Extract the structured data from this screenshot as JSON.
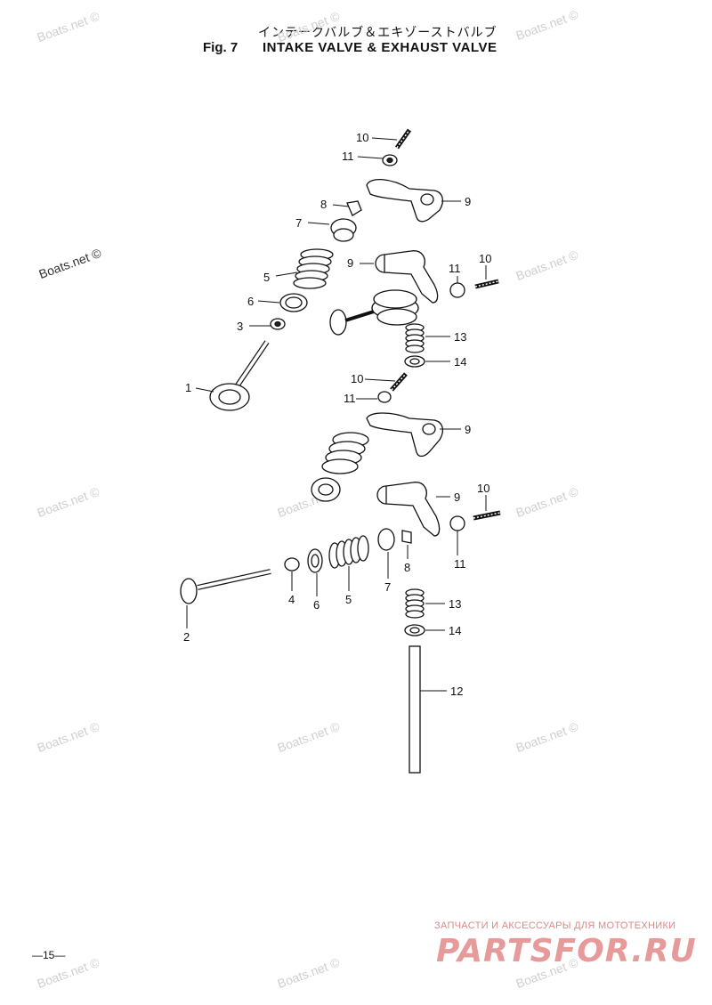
{
  "header": {
    "title_jp": "インテークバルブ＆エキゾーストバルブ",
    "fig_label": "Fig. 7",
    "title_en": "INTAKE VALVE & EXHAUST VALVE"
  },
  "callouts": {
    "c1": "1",
    "c2": "2",
    "c3": "3",
    "c4": "4",
    "c5a": "5",
    "c5b": "5",
    "c6a": "6",
    "c6b": "6",
    "c7a": "7",
    "c7b": "7",
    "c8a": "8",
    "c8b": "8",
    "c9a": "9",
    "c9b": "9",
    "c9c": "9",
    "c9d": "9",
    "c10a": "10",
    "c10b": "10",
    "c10c": "10",
    "c10d": "10",
    "c11a": "11",
    "c11b": "11",
    "c11c": "11",
    "c11d": "11",
    "c12": "12",
    "c13a": "13",
    "c13b": "13",
    "c14a": "14",
    "c14b": "14"
  },
  "footer": {
    "page_number": "—15—",
    "brand_tagline": "ЗАПЧАСТИ И АКСЕССУАРЫ ДЛЯ МОТОТЕХНИКИ",
    "brand_logo": "PARTSFOR.RU"
  },
  "watermark_text": "Boats.net ©",
  "colors": {
    "watermark": "#cfcfcf",
    "brand": "#e79a9a",
    "line": "#111111"
  }
}
